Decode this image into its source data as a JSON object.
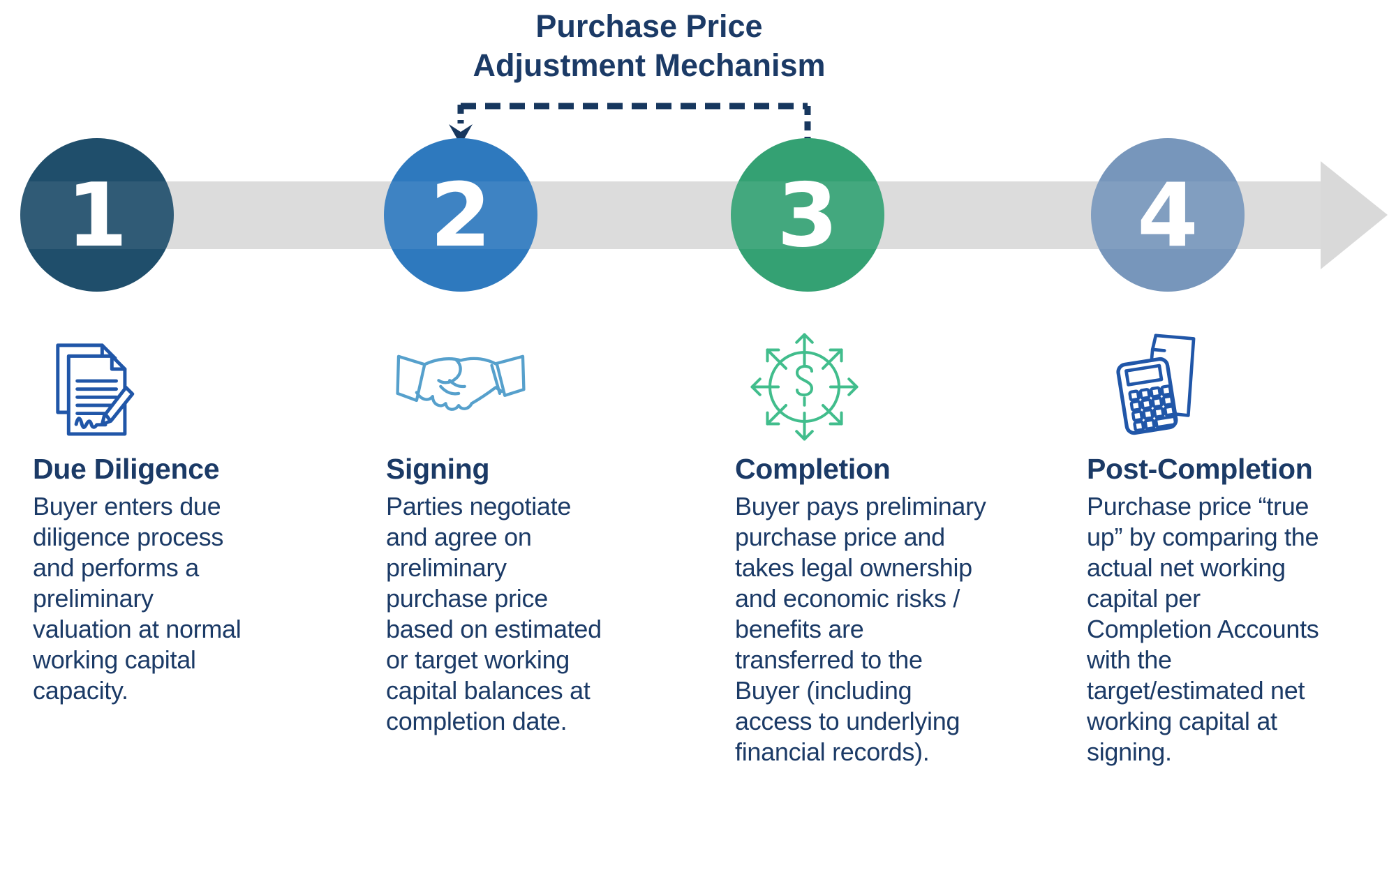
{
  "title": {
    "line1": "Purchase Price",
    "line2": "Adjustment Mechanism"
  },
  "colors": {
    "band": "#D9D9D9",
    "connector": "#17375E",
    "text": "#1B3A66",
    "icon_blue": "#2056A8",
    "icon_lightblue": "#56A0CC",
    "icon_green": "#41BD8C"
  },
  "steps": [
    {
      "number": "1",
      "circle_color": "#1F4E6B",
      "icon": "signed-document-icon",
      "heading": "Due Diligence",
      "body": "Buyer enters due diligence process and performs a preliminary valuation at normal working capital capacity."
    },
    {
      "number": "2",
      "circle_color": "#2E79BE",
      "icon": "handshake-icon",
      "heading": "Signing",
      "body": "Parties negotiate and agree on preliminary purchase price based on estimated or target working capital balances at completion date."
    },
    {
      "number": "3",
      "circle_color": "#34A173",
      "icon": "dollar-distribution-icon",
      "heading": "Completion",
      "body": "Buyer pays preliminary purchase price and takes legal ownership and economic risks / benefits are transferred to the Buyer (including access to underlying financial records)."
    },
    {
      "number": "4",
      "circle_color": "#7796BB",
      "icon": "calculator-document-icon",
      "heading": "Post-Completion",
      "body": "Purchase price “true up” by comparing the actual net working capital per Completion Accounts with the target/estimated net working capital at signing."
    }
  ]
}
